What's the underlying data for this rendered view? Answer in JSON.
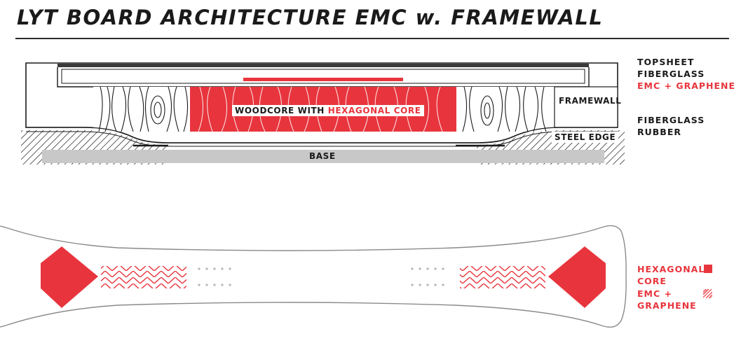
{
  "title": "LYT BOARD ARCHITECTURE EMC w. FRAMEWALL",
  "cross_section": {
    "labels": {
      "framewall": "FRAMEWALL",
      "woodcore_prefix": "WOODCORE WITH ",
      "woodcore_highlight": "HEXAGONAL CORE",
      "steel_edge": "STEEL EDGE",
      "base": "BASE"
    },
    "legend_top": [
      "TOPSHEET",
      "FIBERGLASS"
    ],
    "legend_top_red": "EMC + GRAPHENE",
    "legend_bottom": [
      "FIBERGLASS",
      "RUBBER"
    ]
  },
  "board_view": {
    "legend": [
      {
        "lines": [
          "HEXAGONAL",
          "CORE"
        ],
        "swatch": "solid"
      },
      {
        "lines": [
          "EMC +",
          "GRAPHENE"
        ],
        "swatch": "hatch"
      }
    ]
  },
  "colors": {
    "accent": "#e8353d",
    "dark": "#1a1a1a",
    "base_gray": "#c8c8c8"
  }
}
